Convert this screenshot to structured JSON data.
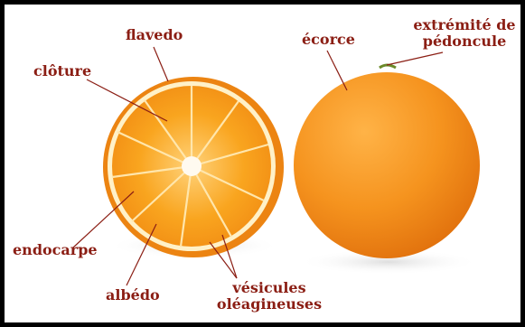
{
  "colors": {
    "label_text": "#8b1e14",
    "leader_line": "#8b1e14",
    "peel": "#f08a1a",
    "pulp": "#f9a51f",
    "segment_line": "#ffe2a0",
    "albedo": "#fff3d0",
    "core": "#ffffff"
  },
  "labels": {
    "flavedo": "flavedo",
    "cloture": "clôture",
    "endocarpe": "endocarpe",
    "albedo": "albédo",
    "vesicules_1": "vésicules",
    "vesicules_2": "oléagineuses",
    "ecorce": "écorce",
    "extremite_1": "extrémité de",
    "extremite_2": "pédoncule"
  }
}
